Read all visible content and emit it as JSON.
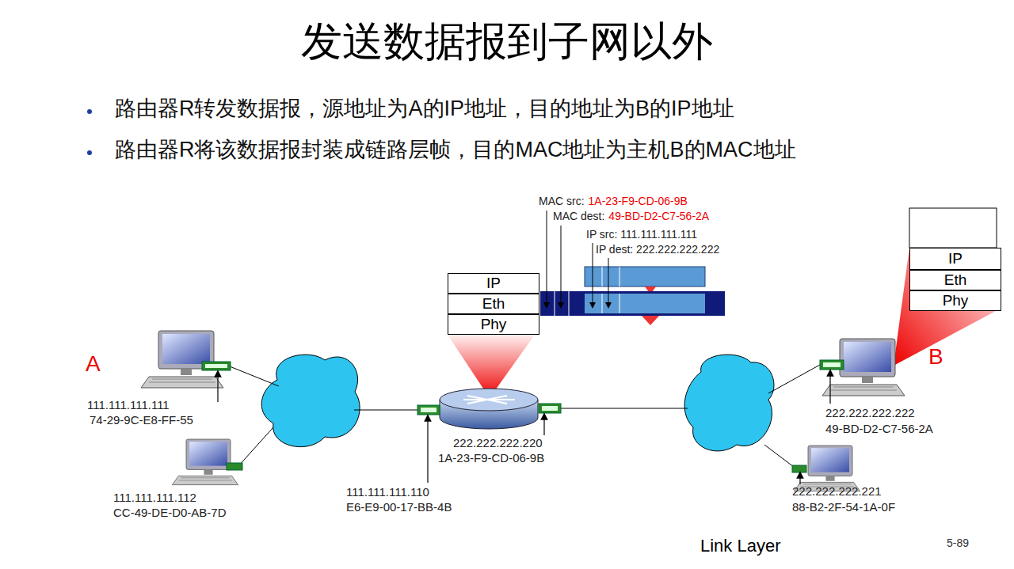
{
  "diagram": {
    "title": "发送数据报到子网以外",
    "nodes": [
      {
        "text": [
          "IP"
        ]
      },
      {
        "text": [
          "Eth"
        ]
      },
      {
        "text": [
          "Phy"
        ]
      },
      {
        "text": [
          "IP"
        ]
      },
      {
        "text": [
          "Eth"
        ]
      },
      {
        "text": [
          "Phy"
        ]
      }
    ],
    "labels": [
      "路由器R转发数据报，源地址为A的IP地址，目的地址为B的IP地址",
      "路由器R将该数据报封装成链路层帧，目的MAC地址为主机B的MAC地址",
      "A",
      "111.111.111.111",
      "74-29-9C-E8-FF-55",
      "111.111.111.112",
      "CC-49-DE-D0-AB-7D",
      "111.111.111.110",
      "E6-E9-00-17-BB-4B",
      "222.222.222.220",
      "1A-23-F9-CD-06-9B",
      "B",
      "222.222.222.222",
      "49-BD-D2-C7-56-2A",
      "222.222.222.221",
      "88-B2-2F-54-1A-0F",
      "MAC src:",
      "1A-23-F9-CD-06-9B",
      "MAC dest:",
      "49-BD-D2-C7-56-2A",
      "IP src: 111.111.111.111",
      "IP dest: 222.222.222.222",
      "Link Layer",
      "5-89"
    ]
  }
}
